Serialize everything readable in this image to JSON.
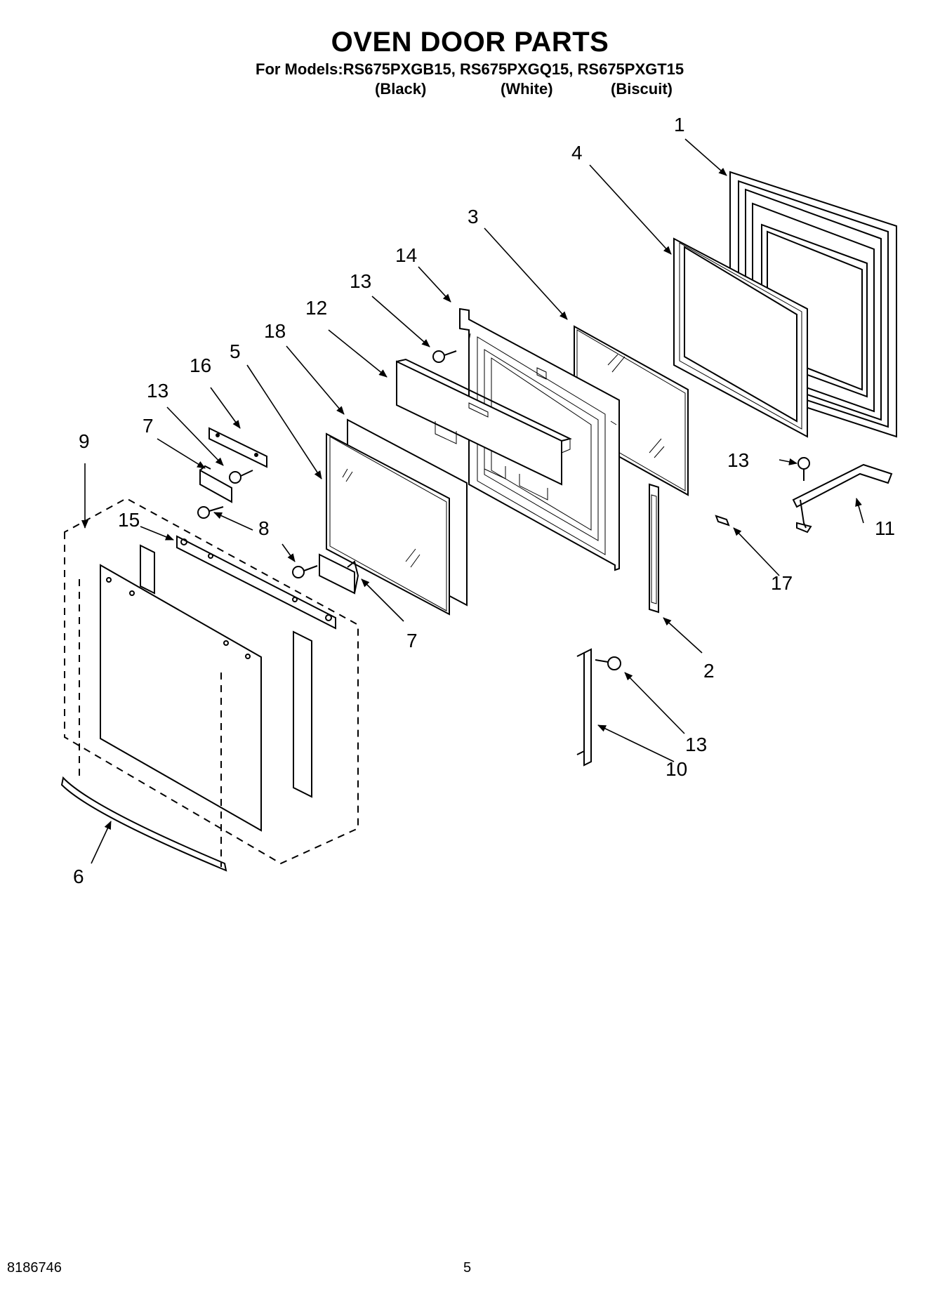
{
  "header": {
    "title": "OVEN DOOR PARTS",
    "models_line": "For Models:RS675PXGB15, RS675PXGQ15, RS675PXGT15",
    "variants": [
      "(Black)",
      "(White)",
      "(Biscuit)"
    ]
  },
  "callouts": {
    "c1": "1",
    "c2": "2",
    "c3": "3",
    "c4": "4",
    "c5": "5",
    "c6": "6",
    "c7a": "7",
    "c7b": "7",
    "c8": "8",
    "c9": "9",
    "c10": "10",
    "c11": "11",
    "c12": "12",
    "c13a": "13",
    "c13b": "13",
    "c13c": "13",
    "c13d": "13",
    "c14": "14",
    "c15": "15",
    "c16": "16",
    "c17": "17",
    "c18": "18"
  },
  "footer": {
    "doc_number": "8186746",
    "page_number": "5"
  }
}
